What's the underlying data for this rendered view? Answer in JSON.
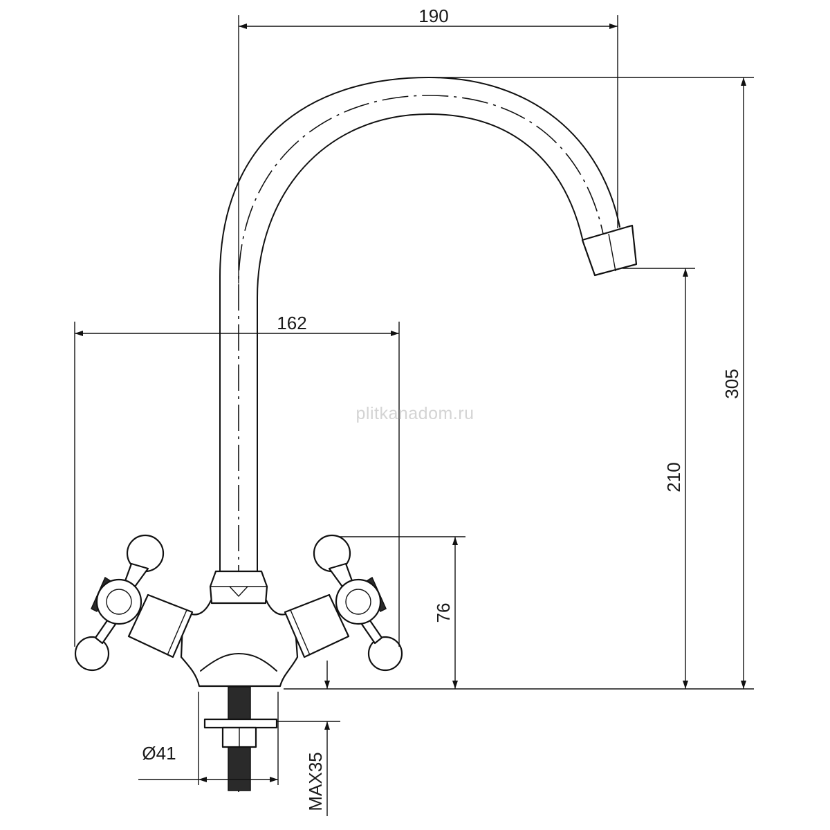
{
  "watermark": "plitkanadom.ru",
  "dimensions": {
    "spout_reach": "190",
    "handle_span": "162",
    "total_height": "305",
    "spout_height": "210",
    "handle_height": "76",
    "base_diameter": "Ø41",
    "max_mounting": "MAX35"
  }
}
